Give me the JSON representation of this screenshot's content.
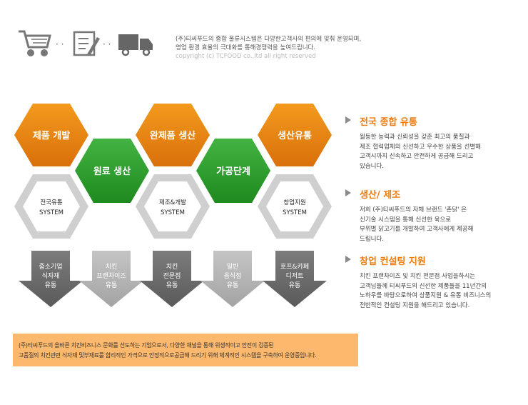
{
  "header": {
    "line1": "(주)티씨푸드의 종합 물류시스템은 다양한고객사의 편의에 맞춰 운영되며,",
    "line2": "영업 환경 효율의 극대화를 통해경쟁력을 높여드립니다.",
    "copyright": "copyright (c) TCFOOD co.,ltd all right reserved",
    "icons": [
      "cart-icon",
      "checklist-icon",
      "truck-icon"
    ],
    "dots": [
      "· ·",
      "· ·"
    ]
  },
  "diagram": {
    "orange_hexes": [
      "제품 개발",
      "완제품 생산",
      "생산유통"
    ],
    "green_hexes": [
      "원료 생산",
      "가공단계"
    ],
    "system_hexes": [
      {
        "line1": "전국유통",
        "line2": "SYSTEM"
      },
      {
        "line1": "제조&개발",
        "line2": "SYSTEM"
      },
      {
        "line1": "창업지원",
        "line2": "SYSTEM"
      }
    ],
    "arrows": [
      {
        "lines": [
          "중소기업",
          "식자재",
          "유통"
        ]
      },
      {
        "lines": [
          "치킨",
          "프랜차이즈",
          "유통"
        ]
      },
      {
        "lines": [
          "치킨",
          "전문점",
          "유통"
        ]
      },
      {
        "lines": [
          "일반",
          "음식점",
          "유통"
        ]
      },
      {
        "lines": [
          "호프&카페",
          "디저트",
          "유통"
        ]
      }
    ]
  },
  "sections": [
    {
      "title": "전국 종합 유통",
      "lines": [
        "월등한 능력과 신뢰성을 갖춘 최고의 품질과",
        "제조 협력업체의 신선하고 우수한 상품을 선별해",
        "고객시까지 신속하고 안전하게 공급해 드리고",
        "있습니다."
      ]
    },
    {
      "title": "생산/ 제조",
      "lines": [
        "저희 (주)티씨푸드의 자체 브랜드 '촌닭' 은",
        "신기술 시스템을 통해  신선한 육으로",
        "부위별 닭고기를 개발하여 고객사에게 제공해",
        "드립니다."
      ]
    },
    {
      "title": "창업 컨설팅 지원",
      "lines": [
        "치킨 프랜차이즈 및 치킨 전문점 사업을하시는",
        "고객님들께 티씨푸드의 신선한 제품들을 11년간의",
        "노하우를 바탕으로하여 상품지원 & 유통 비즈니스의",
        "전반적인 컨설팅 지원을 해드리고 있습니다."
      ]
    }
  ],
  "footer": {
    "line1": "(주)티씨푸드의 올바른 치킨비즈니스 문화를 선도하는 기업으로서, 다양한 채널을 통해 위생적이고 안전이 검증된",
    "line2": "고품질의 치킨관련 식자재 및부재료를 합리적인 가격으로 안정적으로공급해 드리기 위해 체계적인 시스템을 구축하여 운영중입니다."
  },
  "colors": {
    "orange": "#e8850f",
    "green": "#2f9f2f",
    "gray_hex": "#cfcfcf",
    "arrow_dark": "#6a6a6a",
    "arrow_light": "#b3b3b3",
    "title_orange": "#f07b0c",
    "footer_bg": "#fcb86c"
  }
}
